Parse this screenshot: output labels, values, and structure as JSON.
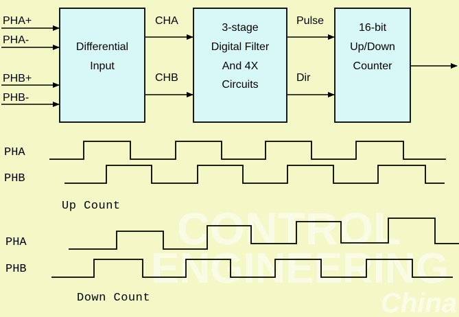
{
  "block_diagram": {
    "inputs": [
      "PHA+",
      "PHA-",
      "PHB+",
      "PHB-"
    ],
    "blocks": [
      {
        "id": "differential",
        "lines": [
          "Differential",
          "Input"
        ]
      },
      {
        "id": "filter",
        "lines": [
          "3-stage",
          "Digital Filter",
          "And 4X",
          "Circuits"
        ]
      },
      {
        "id": "counter",
        "lines": [
          "16-bit",
          "Up/Down",
          "Counter"
        ]
      }
    ],
    "links": [
      {
        "label": "CHA"
      },
      {
        "label": "CHB"
      },
      {
        "label": "Pulse"
      },
      {
        "label": "Dir"
      }
    ]
  },
  "timing": {
    "up": {
      "caption": "Up Count",
      "pha_label": "PHA",
      "phb_label": "PHB"
    },
    "down": {
      "caption": "Down Count",
      "pha_label": "PHA",
      "phb_label": "PHB"
    }
  },
  "watermark": {
    "line1": "CONTROL",
    "line2": "ENGINEERING",
    "line3": "China"
  },
  "colors": {
    "background": "#f4f8c6",
    "block_fill": "#d8f8f8",
    "line": "#000000"
  }
}
